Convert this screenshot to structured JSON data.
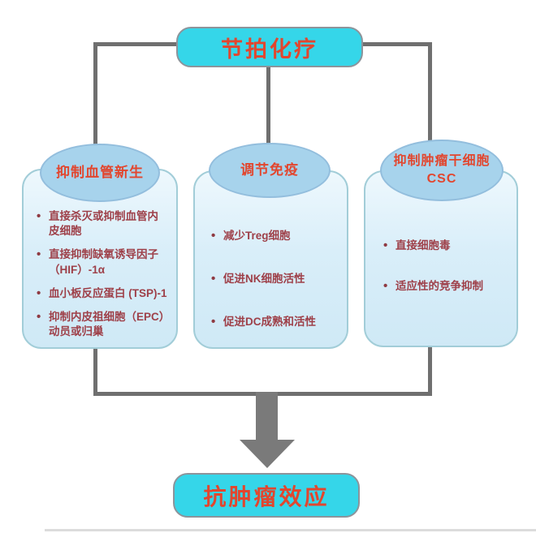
{
  "diagram": {
    "root": {
      "label": "节拍化疗"
    },
    "outcome": {
      "label": "抗肿瘤效应"
    },
    "branches": [
      {
        "title": "抑制血管新生",
        "items": [
          "直接杀灭或抑制血管内皮细胞",
          "直接抑制缺氧诱导因子（HIF）-1α",
          "血小板反应蛋白 (TSP)-1",
          "抑制内皮祖细胞（EPC）动员或归巢"
        ]
      },
      {
        "title": "调节免疫",
        "items": [
          "减少Treg细胞",
          "促进NK细胞活性",
          "促进DC成熟和活性"
        ]
      },
      {
        "title": "抑制肿瘤干细胞",
        "title_line2": "CSC",
        "items": [
          "直接细胞毒",
          "适应性的竞争抑制"
        ]
      }
    ],
    "colors": {
      "node_fill": "#35d6e9",
      "node_text": "#e2462e",
      "ellipse_fill": "#a7d3ec",
      "panel_fill": "#d9eef9",
      "panel_border": "#a2cdd8",
      "bullet_text": "#9e4049",
      "connector": "#6f6f6f"
    }
  }
}
